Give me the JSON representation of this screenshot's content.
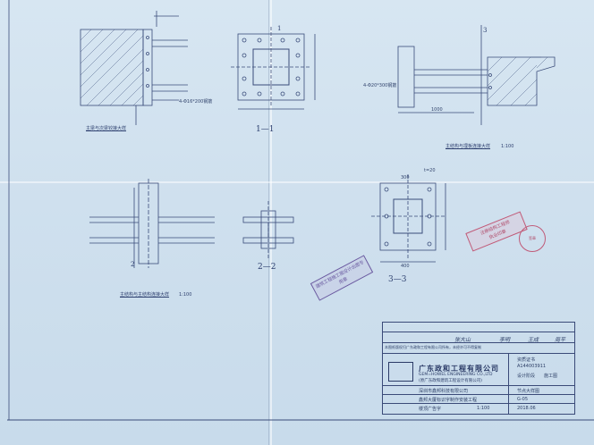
{
  "drawing": {
    "detail1_caption": "主梁与次梁铰接大样",
    "detail2_caption": "主结构与埋板连接大样",
    "detail2_scale": "1:100",
    "detail3_caption": "主结构与主结构连接大样",
    "detail3_scale": "1:100",
    "section_1": "1—1",
    "section_2": "2—2",
    "section_3": "3—3",
    "label_2": "2",
    "label_3": "3",
    "label_1": "1",
    "dim_1000": "1000",
    "dim_300": "300",
    "dim_400": "400",
    "dim_20": "t=20",
    "dim_bolt": "4-Φ20*300钢筋",
    "dim_weld": "4-Φ16*200钢筋"
  },
  "stamps": {
    "stamp_left": "建筑工程施工图设计出图专用章",
    "stamp_right_top": "注册结构工程师",
    "stamp_right_seal": "执业印章",
    "round_seal": "签章"
  },
  "title_block": {
    "company": "广东政和工程有限公司",
    "company_en": "GEM=HOWEL ENGINEERING CO.,LTD",
    "company_sub": "(原广东政和建筑工程设计有限公司)",
    "notice": "本图纸版权归广东政和工程有限公司所有，未经许可不得复制",
    "client": "深圳市鑫邦科技有限公司",
    "project": "鑫邦大厦标识字制作安装工程",
    "part": "楼顶广告字",
    "drawing_title": "节点大样图",
    "design_stage": "施工图",
    "stage_label": "设计阶段",
    "cert": "A144003911",
    "cert_label": "资质证书",
    "sheet_no": "G-05",
    "date": "2018.06",
    "scale": "1:100",
    "sig_design": "张大山",
    "sig_check": "李明",
    "sig_review": "王成",
    "sig_approve": "周平"
  }
}
